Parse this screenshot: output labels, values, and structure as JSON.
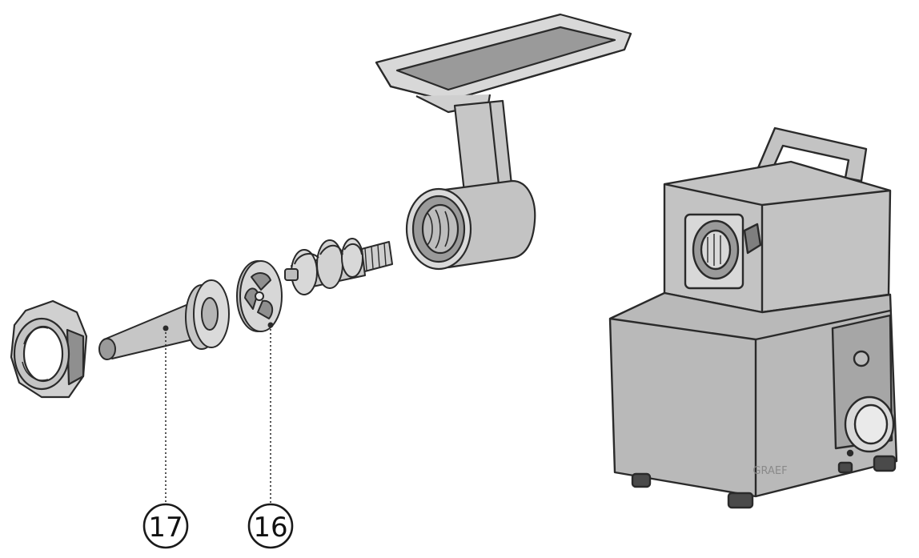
{
  "callouts": [
    {
      "id": "17",
      "label": "17",
      "part": "sausage-stuffing-tube"
    },
    {
      "id": "16",
      "label": "16",
      "part": "sausage-plate"
    }
  ],
  "brand": {
    "text": "GRAEF"
  },
  "colors": {
    "line": "#2a2a2a",
    "body_fill": "#b9b9b9",
    "light_fill": "#d6d6d6",
    "dark_fill": "#8f8f8f",
    "tray_fill": "#9a9a9a"
  }
}
